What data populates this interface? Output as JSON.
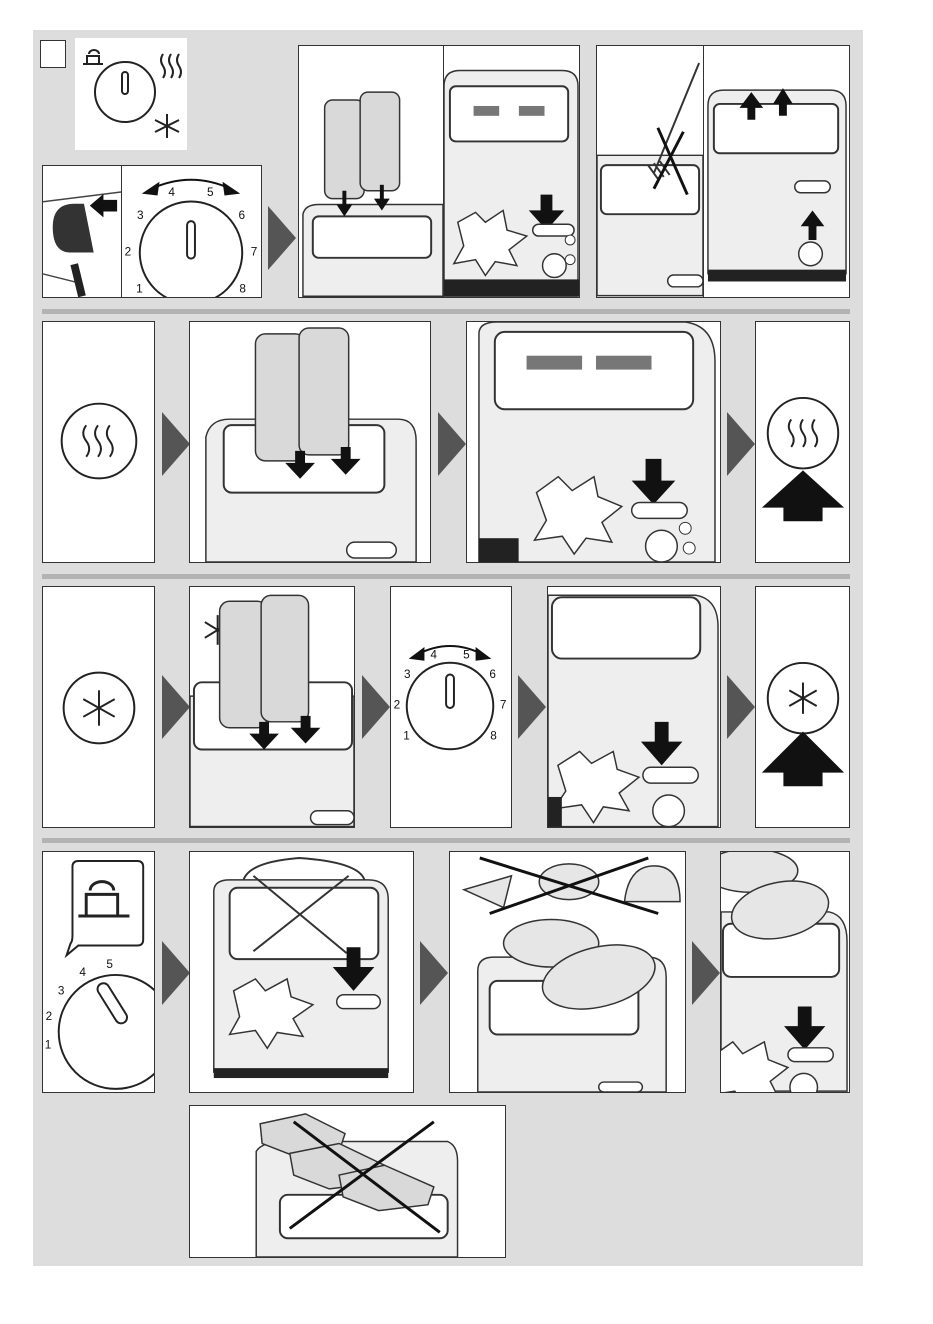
{
  "dial_numbers": [
    "1",
    "2",
    "3",
    "4",
    "5",
    "6",
    "7",
    "8"
  ],
  "zoom_numbers": [
    "1",
    "2",
    "3",
    "4",
    "5"
  ],
  "colors": {
    "sheet": "#dddddd",
    "separator": "#b3b3b3",
    "arrow": "#555555",
    "ink": "#222222"
  },
  "icons": {
    "legend": [
      "bagel-icon",
      "heat-waves-icon",
      "snowflake-icon"
    ],
    "steps": [
      "plug-icon",
      "bread-slice-icon",
      "push-down-arrow-icon",
      "pop-up-arrow-icon",
      "fork-icon",
      "bun-warmer-icon",
      "cross-out-icon"
    ]
  }
}
